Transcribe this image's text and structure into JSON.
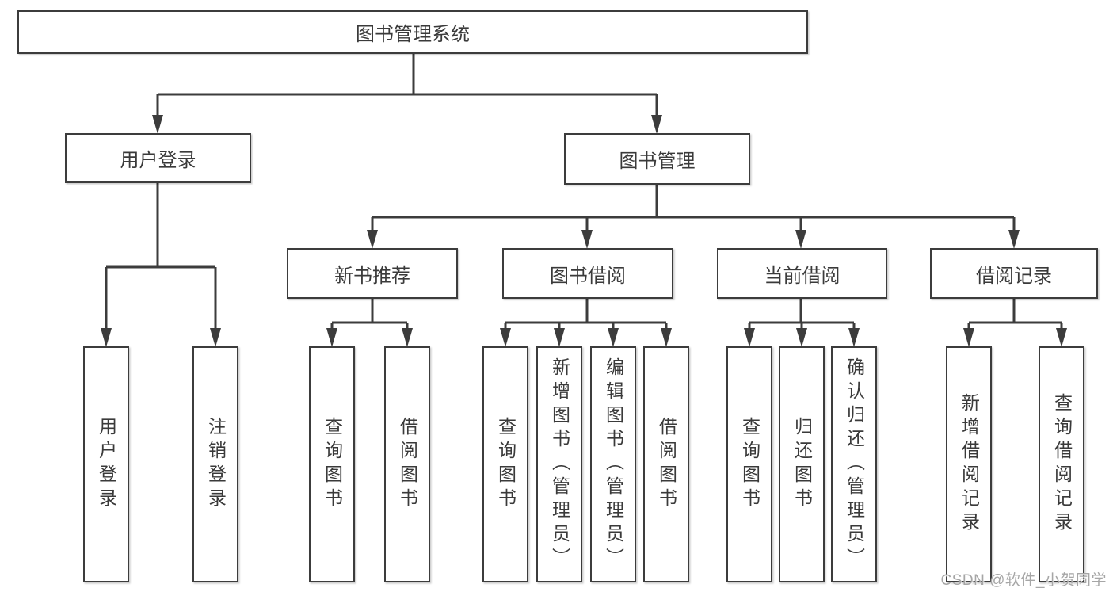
{
  "diagram": {
    "root_label": "图书管理系统",
    "groups": {
      "user_login": {
        "label": "用户登录",
        "leaves": [
          "用户登录",
          "注销登录"
        ]
      },
      "book_mgmt": {
        "label": "图书管理",
        "sections": {
          "new_book": {
            "label": "新书推荐",
            "leaves": [
              "查询图书",
              "借阅图书"
            ]
          },
          "borrow": {
            "label": "图书借阅",
            "leaves": [
              "查询图书",
              "新增图书（管理员）",
              "编辑图书（管理员）",
              "借阅图书"
            ]
          },
          "current": {
            "label": "当前借阅",
            "leaves": [
              "查询图书",
              "归还图书",
              "确认归还（管理员）"
            ]
          },
          "records": {
            "label": "借阅记录",
            "leaves": [
              "新增借阅记录",
              "查询借阅记录"
            ]
          }
        }
      }
    }
  },
  "watermark": {
    "text": "CSDN @软件_小贺同学"
  },
  "colors": {
    "line": "#3c3c3c",
    "text": "#3a3a3a",
    "background": "#ffffff",
    "watermark": "#a6a6a6"
  }
}
